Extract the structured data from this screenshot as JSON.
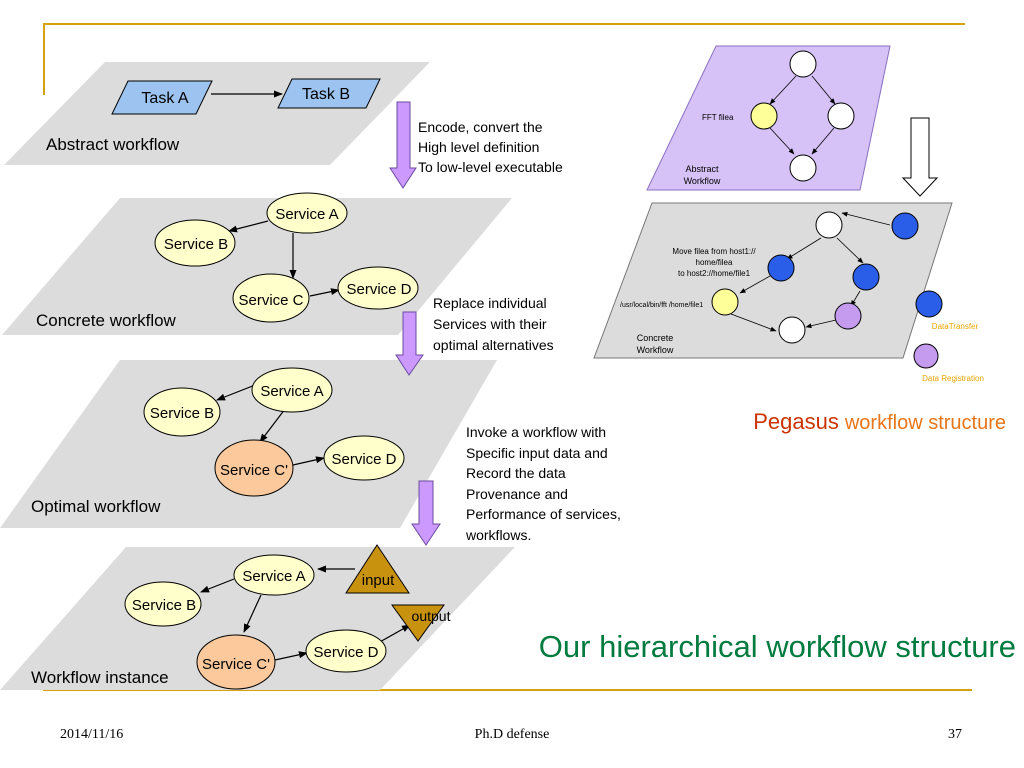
{
  "slide": {
    "footer_date": "2014/11/16",
    "footer_title": "Ph.D defense",
    "page_number": "37"
  },
  "hierarchy": {
    "planes": {
      "abstract": "Abstract workflow",
      "concrete": "Concrete workflow",
      "optimal": "Optimal workflow",
      "instance": "Workflow instance"
    },
    "tasks": {
      "a": "Task A",
      "b": "Task B"
    },
    "services": {
      "a": "Service A",
      "b": "Service B",
      "c": "Service C",
      "c_prime": "Service C'",
      "d": "Service D"
    },
    "io": {
      "input": "input",
      "output": "output"
    },
    "steps": {
      "step1": [
        "Encode, convert the",
        "High level definition",
        "To low-level executable"
      ],
      "step2": [
        "Replace individual",
        "Services with their",
        "optimal alternatives"
      ],
      "step3": [
        "Invoke a workflow with",
        "Specific input data and",
        "Record the data",
        "Provenance and",
        "Performance of services,",
        "workflows."
      ]
    },
    "caption": "Our hierarchical workflow structure"
  },
  "pegasus": {
    "abstract_label": [
      "Abstract",
      "Workflow"
    ],
    "concrete_label": [
      "Concrete",
      "Workflow"
    ],
    "fft_label": "FFT filea",
    "move_label": [
      "Move filea from host1://",
      "home/filea",
      "to host2://home/file1"
    ],
    "exec_label": "/usr/local/bin/fft /home/file1",
    "legend": {
      "data_transfer": "DataTransfer",
      "data_registration": "Data Registration"
    },
    "caption_brand": "Pegasus",
    "caption_rest": "workflow structure"
  },
  "colors": {
    "accent_gold": "#D7A20E",
    "plane_gray": "#DCDCDC",
    "task_blue": "#9DC3F0",
    "service_yellow": "#FFFFCC",
    "service_orange": "#FBC99B",
    "arrow_purple": "#CC99FF",
    "io_gold": "#C9920E",
    "caption_green": "#007B3F",
    "pegasus_red": "#CC3300",
    "pegasus_orange": "#E87519",
    "abstract_lavender": "#D6C2F7",
    "node_blue": "#2A5EE8",
    "node_purple": "#C59BF0",
    "node_yellow": "#FFFF99",
    "legend_text": "#E9A400"
  }
}
